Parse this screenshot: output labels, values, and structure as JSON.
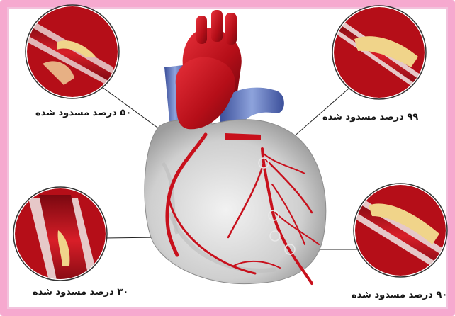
{
  "captions": {
    "top_left": "۵۰ درصد مسدود شده",
    "top_right": "۹۹ درصد مسدود شده",
    "bottom_left": "۳۰ درصد مسدود شده",
    "bottom_right": "۹۰ درصد مسدود شده"
  },
  "colors": {
    "frame_border": "#f6a9cf",
    "artery_red": "#c8101c",
    "vein_blue": "#5a6fb5",
    "plaque_yellow": "#f0d48a",
    "heart_tissue": "#d8d8d8"
  }
}
